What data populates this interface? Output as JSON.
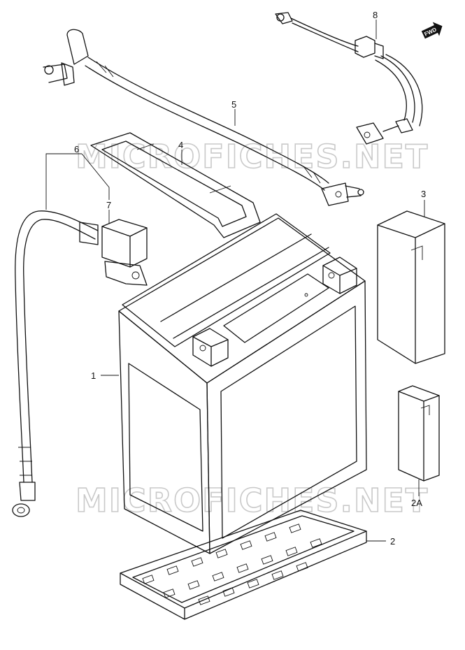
{
  "watermark": {
    "text": "MICROFICHES.NET",
    "color": "#c9c9c9"
  },
  "fwd_badge": {
    "label": "FWD"
  },
  "callouts": {
    "c1": "1",
    "c2": "2",
    "c2a": "2A",
    "c3": "3",
    "c4": "4",
    "c5": "5",
    "c6": "6",
    "c7": "7",
    "c8": "8"
  },
  "parts": [
    {
      "ref": "1",
      "icon": "battery-icon"
    },
    {
      "ref": "2",
      "icon": "battery-tray-icon"
    },
    {
      "ref": "2A",
      "icon": "small-pad-icon"
    },
    {
      "ref": "3",
      "icon": "pad-icon"
    },
    {
      "ref": "4",
      "icon": "strap-icon"
    },
    {
      "ref": "5",
      "icon": "cable-icon"
    },
    {
      "ref": "6",
      "icon": "cable-icon"
    },
    {
      "ref": "7",
      "icon": "terminal-cover-icon"
    },
    {
      "ref": "8",
      "icon": "lead-wire-icon"
    }
  ]
}
